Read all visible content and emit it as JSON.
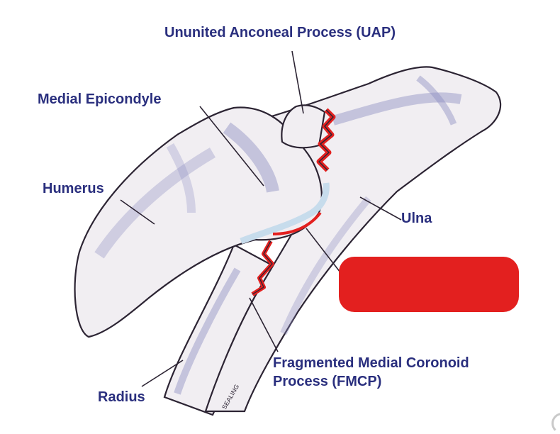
{
  "labels": {
    "uap": "Ununited Anconeal Process (UAP)",
    "medial_epicondyle": "Medial Epicondyle",
    "humerus": "Humerus",
    "ulna": "Ulna",
    "fmcp_line1": "Fragmented Medial Coronoid",
    "fmcp_line2": "Process (FMCP)",
    "radius": "Radius",
    "signature": "SEALING"
  },
  "colors": {
    "label_text": "#2a2f7e",
    "bone_fill": "#f1eef2",
    "shadow": "#8e8fc2",
    "outline": "#2c2433",
    "fracture_red": "#e3201f",
    "cartilage_blue": "#c7dcec"
  }
}
